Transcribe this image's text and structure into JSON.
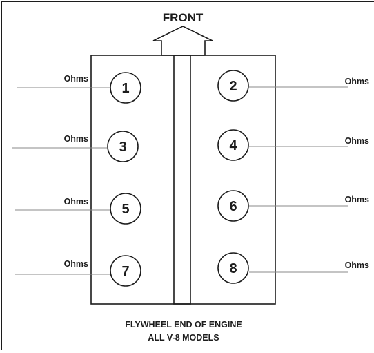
{
  "diagram": {
    "front_label": "FRONT",
    "footer_line1": "FLYWHEEL END OF ENGINE",
    "footer_line2": "ALL V-8 MODELS",
    "ohms_label": "Ohms",
    "cylinders": [
      {
        "number": "1",
        "side": "left"
      },
      {
        "number": "2",
        "side": "right"
      },
      {
        "number": "3",
        "side": "left"
      },
      {
        "number": "4",
        "side": "right"
      },
      {
        "number": "5",
        "side": "left"
      },
      {
        "number": "6",
        "side": "right"
      },
      {
        "number": "7",
        "side": "left"
      },
      {
        "number": "8",
        "side": "right"
      }
    ]
  },
  "colors": {
    "ink": "#1c1c1c",
    "leader_line": "#8a8a8a",
    "background": "#ffffff"
  }
}
